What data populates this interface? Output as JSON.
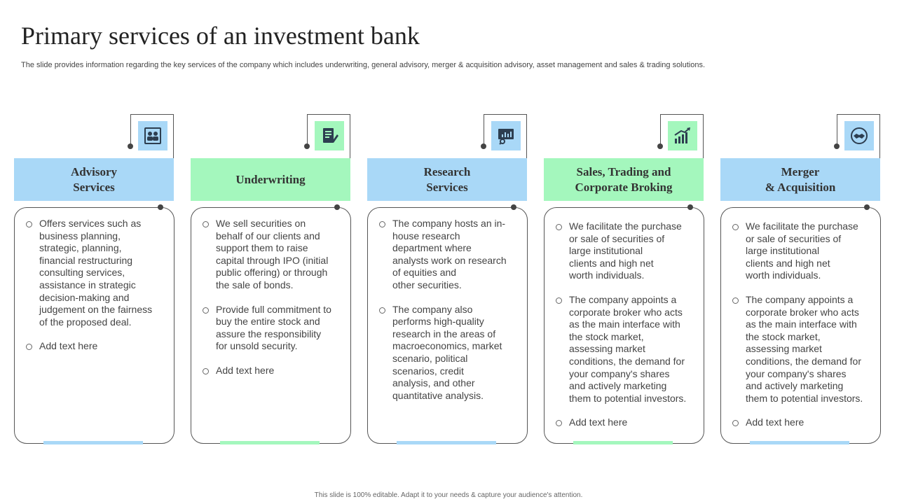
{
  "title": "Primary services of an investment bank",
  "subtitle": "The slide provides information regarding the key services of the company which includes underwriting, general advisory, merger & acquisition advisory, asset management and sales & trading solutions.",
  "footer": "This slide is 100% editable. Adapt it to your needs & capture your audience's attention.",
  "colors": {
    "blue": "#a9d8f7",
    "green": "#a4f7bd",
    "line": "#555555"
  },
  "columns": [
    {
      "heading": "Advisory\nServices",
      "icon": "presentation-people-icon",
      "accent": "blue",
      "bullets": [
        "Offers services such as\nbusiness planning,\nstrategic, planning,\nfinancial restructuring\nconsulting services,\nassistance in strategic\ndecision-making and\njudgement on the fairness\nof the proposed deal.",
        "Add text here"
      ]
    },
    {
      "heading": "Underwriting",
      "icon": "document-sign-icon",
      "accent": "green",
      "bullets": [
        "We sell securities on\nbehalf of our clients and\nsupport them to raise\ncapital through IPO (initial\npublic offering) or through\nthe sale of bonds.",
        "Provide full commitment to\nbuy the entire stock and\nassure the responsibility\nfor unsold security.",
        "Add text here"
      ]
    },
    {
      "heading": "Research\nServices",
      "icon": "research-chart-icon",
      "accent": "blue",
      "bullets": [
        "The company hosts an in-\nhouse research\ndepartment where\nanalysts work on research\nof equities and\nother securities.",
        "The company also\nperforms high-quality\nresearch in the areas of\nmacroeconomics, market\nscenario, political\nscenarios, credit\nanalysis, and other\nquantitative analysis."
      ]
    },
    {
      "heading": "Sales, Trading and\nCorporate Broking",
      "icon": "growth-chart-icon",
      "accent": "green",
      "bullets": [
        "We facilitate the purchase\nor sale of securities of\nlarge institutional\nclients and high net\nworth individuals.",
        "The company appoints a\ncorporate broker who acts\nas the main interface with\nthe stock market,\nassessing market\nconditions, the demand for\nyour company's shares\nand actively marketing\nthem to potential investors.",
        "Add text here"
      ]
    },
    {
      "heading": "Merger\n& Acquisition",
      "icon": "handshake-icon",
      "accent": "blue",
      "bullets": [
        "We facilitate the purchase\nor sale of securities of\nlarge institutional\nclients and high net\nworth individuals.",
        "The company appoints a\ncorporate broker who acts\nas the main interface with\nthe stock market,\nassessing market\nconditions, the demand for\nyour company's shares\nand actively marketing\nthem to potential investors.",
        "Add text here"
      ]
    }
  ]
}
